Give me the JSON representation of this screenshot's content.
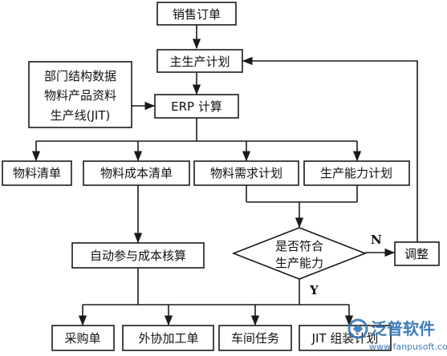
{
  "nodes": {
    "sales_order": "销售订单",
    "master_plan": "主生产计划",
    "inputs_line1": "部门结构数据",
    "inputs_line2": "物料产品资料",
    "inputs_line3": "生产线(JIT)",
    "erp_calc": "ERP 计算",
    "bom": "物料清单",
    "material_cost": "物料成本清单",
    "mrp": "物料需求计划",
    "capacity_plan": "生产能力计划",
    "auto_costing": "自动参与成本核算",
    "decision_line1": "是否符合",
    "decision_line2": "生产能力",
    "adjust": "调整",
    "purchase_order": "采购单",
    "outsource_order": "外协加工单",
    "workshop_task": "车间任务",
    "jit_plan": "JIT 组装计划"
  },
  "edge_labels": {
    "no": "N",
    "yes": "Y"
  },
  "watermark": {
    "brand": "泛普软件",
    "url": "www.fanpusoft.com"
  },
  "colors": {
    "stroke": "#1a1a1a",
    "watermark": "#2a6fb3"
  }
}
